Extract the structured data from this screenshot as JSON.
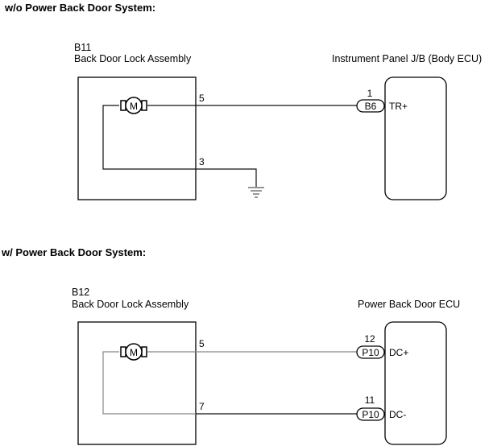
{
  "diagrams": [
    {
      "title": "w/o Power Back Door System:",
      "component": {
        "code": "B11",
        "name": "Back Door Lock Assembly",
        "motor_label": "M",
        "pins": [
          "5",
          "3"
        ]
      },
      "ground_on_pin": "3",
      "ecu": {
        "name": "Instrument Panel J/B (Body ECU)",
        "connectors": [
          {
            "connector": "B6",
            "pin": "1",
            "terminal": "TR+"
          }
        ]
      }
    },
    {
      "title": "w/ Power Back Door System:",
      "component": {
        "code": "B12",
        "name": "Back Door Lock Assembly",
        "motor_label": "M",
        "pins": [
          "5",
          "7"
        ]
      },
      "ecu": {
        "name": "Power Back Door ECU",
        "connectors": [
          {
            "connector": "P10",
            "pin": "12",
            "terminal": "DC+"
          },
          {
            "connector": "P10",
            "pin": "11",
            "terminal": "DC-"
          }
        ]
      }
    }
  ]
}
